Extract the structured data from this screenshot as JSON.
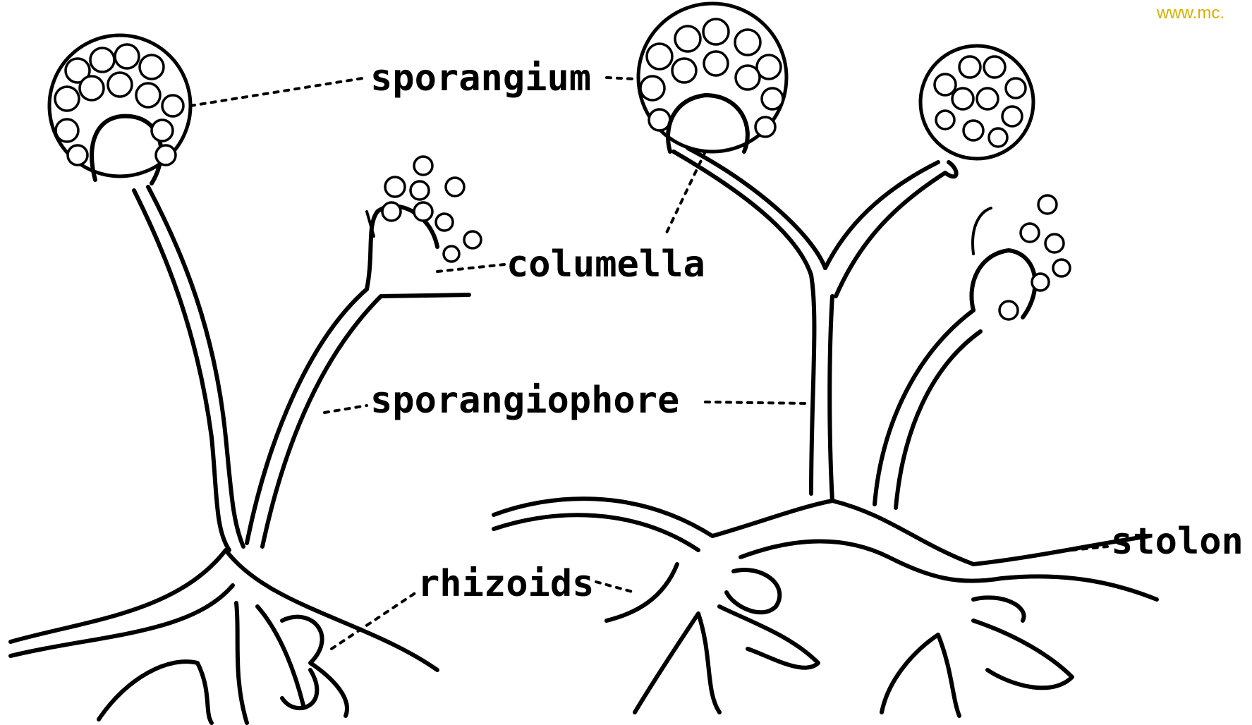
{
  "watermark": "www.mc.",
  "labels": {
    "sporangium": "sporangium",
    "columella": "columella",
    "sporangiophore": "sporangiophore",
    "rhizoids": "rhizoids",
    "stolon": "stolon"
  },
  "colors": {
    "ink": "#000000",
    "background": "#ffffff",
    "watermark": "#d4b000"
  }
}
